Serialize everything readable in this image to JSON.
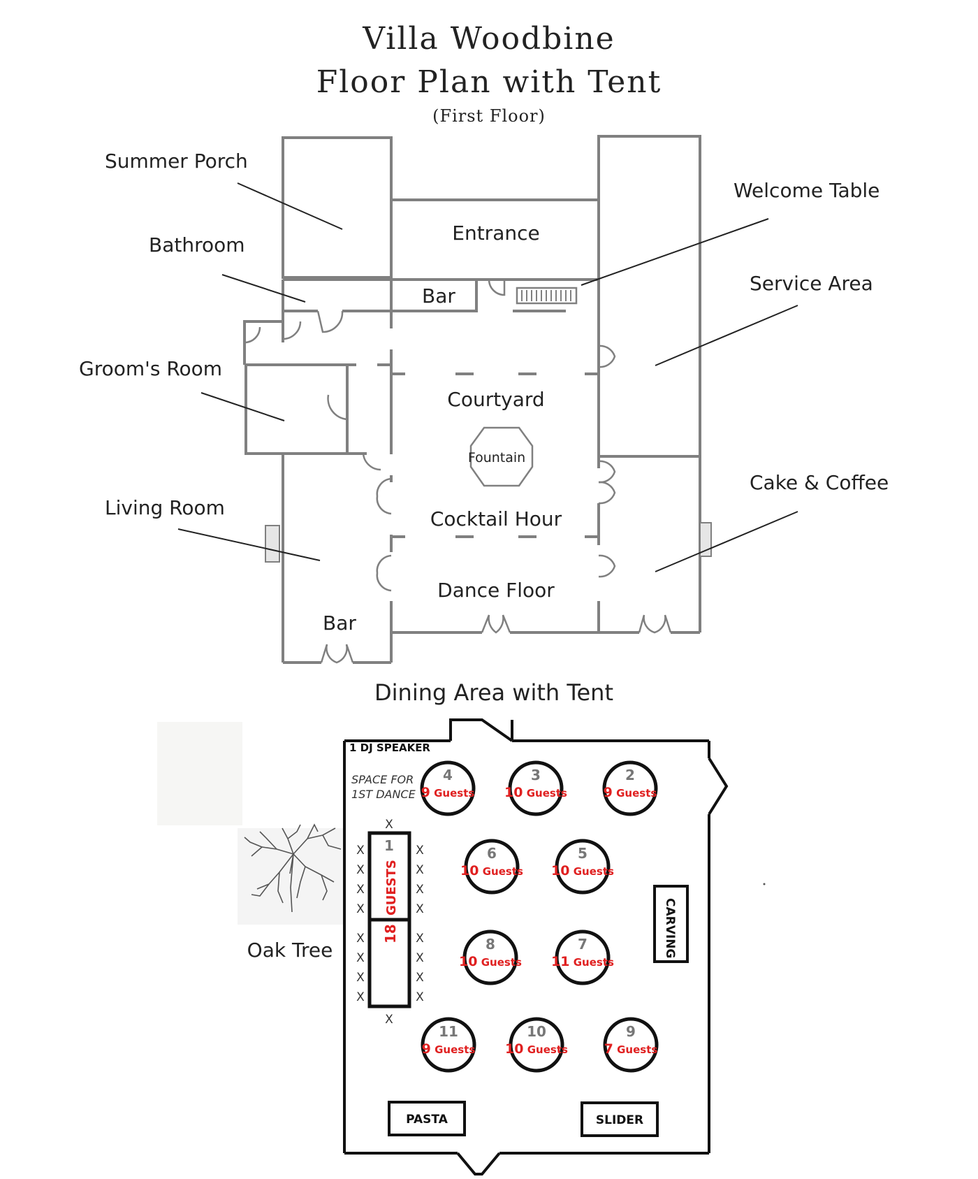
{
  "title": {
    "line1": "Villa Woodbine",
    "line2": "Floor Plan with Tent",
    "line3": "(First Floor)"
  },
  "floor_plan": {
    "callouts": {
      "summer_porch": "Summer Porch",
      "bathroom": "Bathroom",
      "grooms_room": "Groom's Room",
      "living_room": "Living Room",
      "welcome_table": "Welcome Table",
      "service_area": "Service Area",
      "cake_coffee": "Cake & Coffee"
    },
    "rooms": {
      "entrance": "Entrance",
      "bar_top": "Bar",
      "courtyard": "Courtyard",
      "fountain": "Fountain",
      "cocktail_hour": "Cocktail Hour",
      "dance_floor": "Dance Floor",
      "bar_bottom": "Bar"
    }
  },
  "dining": {
    "title": "Dining Area with Tent",
    "dj_speaker": "1 DJ SPEAKER",
    "first_dance_line1": "SPACE FOR",
    "first_dance_line2": "1ST DANCE",
    "oak_tree": "Oak Tree",
    "head_table": {
      "number": "1",
      "guests_label": "GUESTS",
      "guests_count": "18"
    },
    "tables": [
      {
        "number": "4",
        "count": "9",
        "label": "Guests"
      },
      {
        "number": "3",
        "count": "10",
        "label": "Guests"
      },
      {
        "number": "2",
        "count": "9",
        "label": "Guests"
      },
      {
        "number": "6",
        "count": "10",
        "label": "Guests"
      },
      {
        "number": "5",
        "count": "10",
        "label": "Guests"
      },
      {
        "number": "8",
        "count": "10",
        "label": "Guests"
      },
      {
        "number": "7",
        "count": "11",
        "label": "Guests"
      },
      {
        "number": "11",
        "count": "9",
        "label": "Guests"
      },
      {
        "number": "10",
        "count": "10",
        "label": "Guests"
      },
      {
        "number": "9",
        "count": "7",
        "label": "Guests"
      }
    ],
    "seat_mark": "X",
    "stations": {
      "carving": "CARVING",
      "pasta": "PASTA",
      "slider": "SLIDER"
    }
  }
}
